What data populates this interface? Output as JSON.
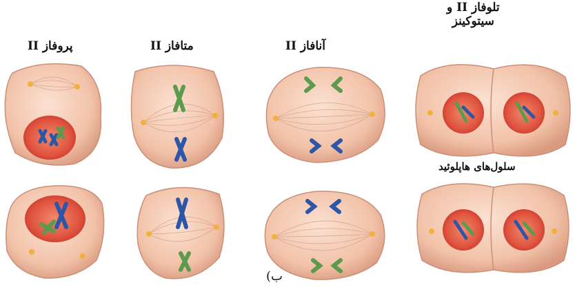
{
  "labels": {
    "prophase": "پروفاز II",
    "metaphase": "متافاز II",
    "anaphase": "آنافاز II",
    "telophase_line1": "تلوفاز II و",
    "telophase_line2": "سیتوکینز",
    "haploid": "سلول‌های هاپلوئید",
    "panel": "ب)"
  },
  "colors": {
    "cytoplasm": "#f2c2a8",
    "cell_edge": "#c98f78",
    "nucleus": "#e0523e",
    "chromosome_blue": "#2d56a8",
    "chromosome_green": "#5c9a4e",
    "centriole": "#f0b23a"
  }
}
